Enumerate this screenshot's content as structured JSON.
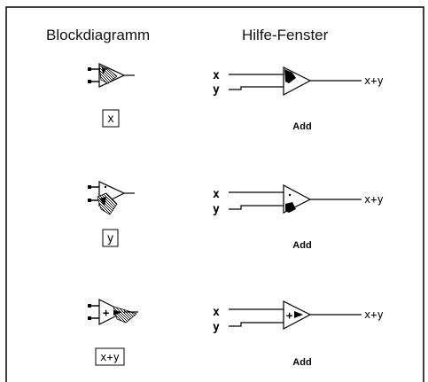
{
  "headers": {
    "left": "Blockdiagramm",
    "right": "Hilfe-Fenster"
  },
  "rows": [
    {
      "probe_label": "x",
      "input_x": "x",
      "input_y": "y",
      "output": "x+y",
      "function_name": "Add",
      "highlighted_terminal": "x"
    },
    {
      "probe_label": "y",
      "input_x": "x",
      "input_y": "y",
      "output": "x+y",
      "function_name": "Add",
      "highlighted_terminal": "y"
    },
    {
      "probe_label": "x+y",
      "input_x": "x",
      "input_y": "y",
      "output": "x+y",
      "function_name": "Add",
      "highlighted_terminal": "output"
    }
  ],
  "colors": {
    "line": "#000000",
    "background": "#ffffff"
  }
}
